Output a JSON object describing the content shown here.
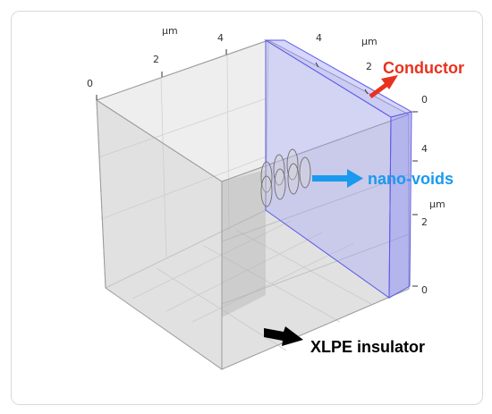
{
  "axes": {
    "unit_label": "μm",
    "top_left_ticks": [
      "0",
      "2",
      "4"
    ],
    "top_right_ticks": [
      "4",
      "2"
    ],
    "right_ticks": [
      "0",
      "4",
      "2",
      "0"
    ]
  },
  "labels": {
    "conductor": "Conductor",
    "nano_voids": "nano-voids",
    "xlpe": "XLPE insulator"
  },
  "colors": {
    "conductor": "#e8321e",
    "nano_voids": "#1a9aef",
    "xlpe": "#000000",
    "cube_fill": "#d0d0d0",
    "conductor_layer": "#8a8aff"
  }
}
